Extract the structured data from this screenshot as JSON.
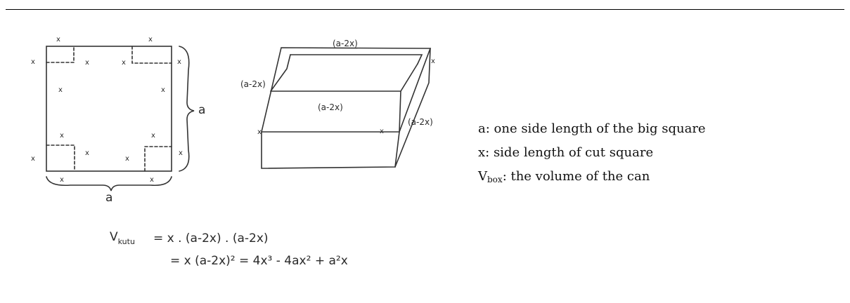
{
  "figure": {
    "cut_mark": "x",
    "side_label": "a",
    "dim_top": "(a-2x)",
    "dim_left": "(a-2x)",
    "dim_front": "(a-2x)",
    "dim_right": "(a-2x)",
    "formula_lhs": "V",
    "formula_lhs_sub": "kutu",
    "formula_line1": "= x . (a-2x) . (a-2x)",
    "formula_line2": "= x (a-2x)² = 4x³ - 4ax² + a²x"
  },
  "legend": {
    "a_desc": "a: one side length of the big square",
    "x_desc": "x: side length of cut square",
    "v_main": "V",
    "v_sub": "box",
    "v_desc": ": the volume of the can"
  }
}
